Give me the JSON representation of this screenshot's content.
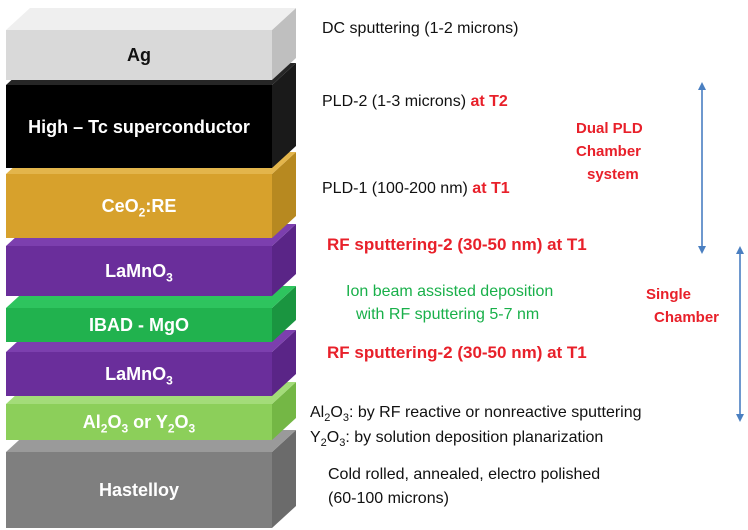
{
  "layers": [
    {
      "id": "ag",
      "label_parts": [
        {
          "t": "Ag"
        }
      ],
      "front": "#d9d9d9",
      "top": "#efefef",
      "side": "#bfbfbf",
      "text_color": "#111111"
    },
    {
      "id": "hts",
      "label_parts": [
        {
          "t": "High – Tc superconductor"
        }
      ],
      "front": "#000000",
      "top": "#262626",
      "side": "#1a1a1a",
      "text_color": "#ffffff"
    },
    {
      "id": "ceo2",
      "label_parts": [
        {
          "t": "CeO"
        },
        {
          "t": "2",
          "sub": true
        },
        {
          "t": ":RE"
        }
      ],
      "front": "#d7a12c",
      "top": "#e3b54b",
      "side": "#b78920",
      "text_color": "#ffffff"
    },
    {
      "id": "lamno3_top",
      "label_parts": [
        {
          "t": "LaMnO"
        },
        {
          "t": "3",
          "sub": true
        }
      ],
      "front": "#6a2e9b",
      "top": "#7c3fae",
      "side": "#5a2587",
      "text_color": "#ffffff"
    },
    {
      "id": "ibad",
      "label_parts": [
        {
          "t": "IBAD - MgO"
        }
      ],
      "front": "#21b24e",
      "top": "#2ec45e",
      "side": "#1a9540",
      "text_color": "#ffffff"
    },
    {
      "id": "lamno3_bottom",
      "label_parts": [
        {
          "t": "LaMnO"
        },
        {
          "t": "3",
          "sub": true
        }
      ],
      "front": "#6a2e9b",
      "top": "#7c3fae",
      "side": "#5a2587",
      "text_color": "#ffffff"
    },
    {
      "id": "buffer",
      "label_parts": [
        {
          "t": "Al"
        },
        {
          "t": "2",
          "sub": true
        },
        {
          "t": "O"
        },
        {
          "t": "3",
          "sub": true
        },
        {
          "t": " or  Y"
        },
        {
          "t": "2",
          "sub": true
        },
        {
          "t": "O"
        },
        {
          "t": "3",
          "sub": true
        }
      ],
      "front": "#8ccf5a",
      "top": "#a3dc79",
      "side": "#74b745",
      "text_color": "#ffffff"
    },
    {
      "id": "hastelloy",
      "label_parts": [
        {
          "t": "Hastelloy"
        }
      ],
      "front": "#7f7f7f",
      "top": "#9a9a9a",
      "side": "#6b6b6b",
      "text_color": "#ffffff"
    }
  ],
  "descriptions": {
    "ag": "DC sputtering (1-2 microns)",
    "pld2": "PLD-2  (1-3 microns)",
    "pld2_suffix": "at T2",
    "pld1": "PLD-1  (100-200 nm)",
    "pld1_suffix": "at T1",
    "rf_top": "RF sputtering-2 (30-50 nm) at T1",
    "ibad_line1": "Ion beam assisted deposition",
    "ibad_line2": "with RF sputtering  5-7 nm",
    "rf_bottom": "RF sputtering-2 (30-50 nm) at T1",
    "al2o3_prefix": "Al",
    "al2o3_sub1": "2",
    "al2o3_mid": "O",
    "al2o3_sub2": "3",
    "al2o3_rest": ": by RF reactive or nonreactive sputtering",
    "y2o3_prefix": "Y",
    "y2o3_sub1": "2",
    "y2o3_mid": "O",
    "y2o3_sub2": "3",
    "y2o3_rest": ": by solution deposition planarization",
    "hastelloy_line1": "Cold rolled, annealed, electro polished",
    "hastelloy_line2": "(60-100 microns)"
  },
  "chambers": {
    "dual_line1": "Dual PLD",
    "dual_line2": "Chamber",
    "dual_line3": "system",
    "single_line1": "Single",
    "single_line2": "Chamber"
  },
  "colors": {
    "red": "#e8202a",
    "green": "#19b04a",
    "arrow": "#4a7fc1"
  }
}
